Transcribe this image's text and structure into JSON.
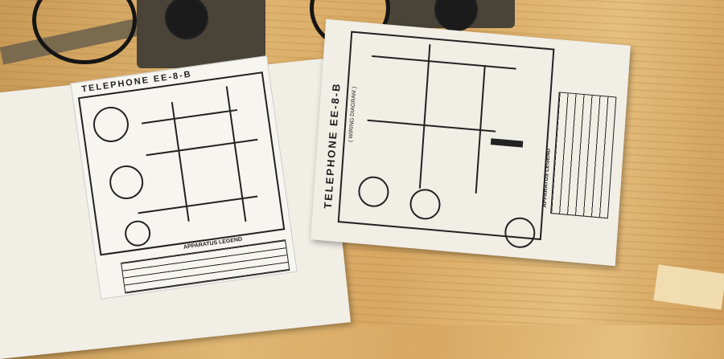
{
  "left_diagram": {
    "title": "TELEPHONE EE-8-B",
    "legend_title": "APPARATUS LEGEND"
  },
  "right_diagram": {
    "title": "TELEPHONE EE-8-B",
    "subtitle": "( WIRING DIAGRAM )",
    "legend_title": "APPARATUS LEGEND"
  },
  "colors": {
    "wood": "#d9a862",
    "paper": "#f1eee6",
    "ink": "#222222",
    "equipment": "#4a4438"
  }
}
